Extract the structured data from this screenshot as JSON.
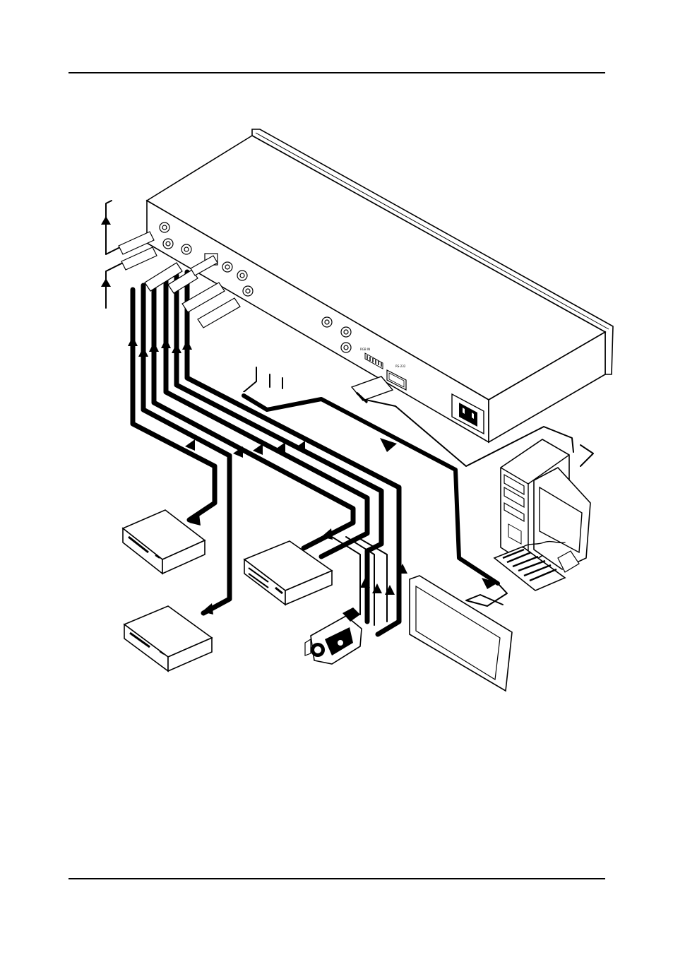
{
  "header": {
    "rule": true
  },
  "footer": {
    "rule": true
  },
  "device": {
    "labels": {
      "rgb_in": "RGB IN",
      "rs232": "RS-232"
    }
  },
  "devices": [
    {
      "name": "vcr-1",
      "icon": "vcr-icon"
    },
    {
      "name": "vcr-2",
      "icon": "vcr-icon"
    },
    {
      "name": "vcr-3",
      "icon": "vcr-icon"
    },
    {
      "name": "camcorder",
      "icon": "camcorder-icon"
    },
    {
      "name": "plasma-display",
      "icon": "display-icon"
    },
    {
      "name": "pc",
      "icon": "computer-icon"
    }
  ],
  "colors": {
    "line": "#000000",
    "background": "#ffffff"
  }
}
